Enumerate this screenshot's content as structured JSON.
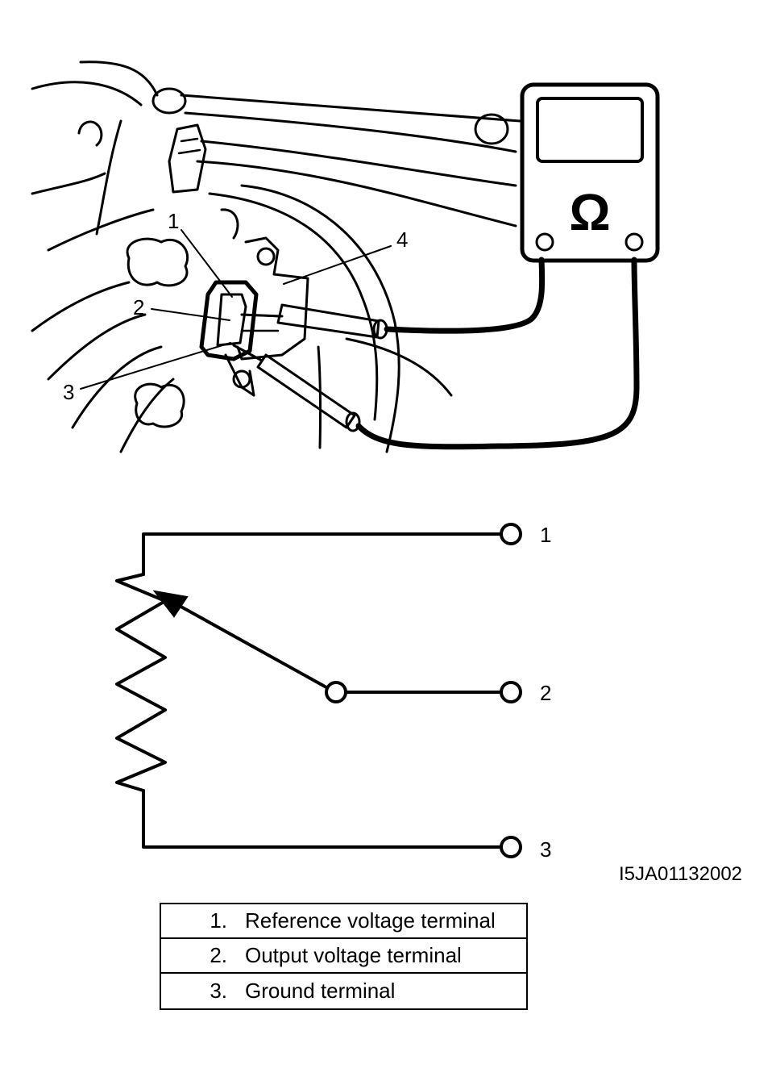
{
  "illustration": {
    "meter_symbol": "Ω",
    "callouts": [
      {
        "id": "1",
        "label": "1"
      },
      {
        "id": "2",
        "label": "2"
      },
      {
        "id": "3",
        "label": "3"
      },
      {
        "id": "4",
        "label": "4"
      }
    ]
  },
  "schematic": {
    "terminal_labels": [
      "1",
      "2",
      "3"
    ]
  },
  "figure_code": "I5JA01132002",
  "legend": [
    {
      "num": "1.",
      "label": "Reference voltage terminal"
    },
    {
      "num": "2.",
      "label": "Output voltage terminal"
    },
    {
      "num": "3.",
      "label": "Ground terminal"
    }
  ]
}
